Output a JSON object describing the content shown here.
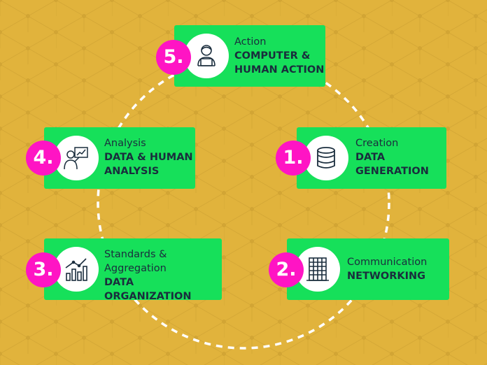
{
  "steps": [
    {
      "number": "1.",
      "category": "Creation",
      "detail_lines": [
        "DATA",
        "GENERATION"
      ],
      "icon": "database-icon"
    },
    {
      "number": "2.",
      "category": "Communication",
      "detail_lines": [
        "NETWORKING"
      ],
      "icon": "server-rack-icon"
    },
    {
      "number": "3.",
      "category_lines": [
        "Standards &",
        "Aggregation"
      ],
      "detail_lines": [
        "DATA ORGANIZATION"
      ],
      "icon": "bar-chart-trend-icon"
    },
    {
      "number": "4.",
      "category": "Analysis",
      "detail_lines": [
        "DATA & HUMAN",
        "ANALYSIS"
      ],
      "icon": "presenter-chart-icon"
    },
    {
      "number": "5.",
      "category": "Action",
      "detail_lines": [
        "COMPUTER &",
        "HUMAN ACTION"
      ],
      "icon": "person-laptop-icon"
    }
  ],
  "colors": {
    "background": "#e1b33c",
    "card": "#16e05a",
    "badge": "#ff14c4",
    "text": "#1a2d3d",
    "cycle_line": "#ffffff"
  }
}
